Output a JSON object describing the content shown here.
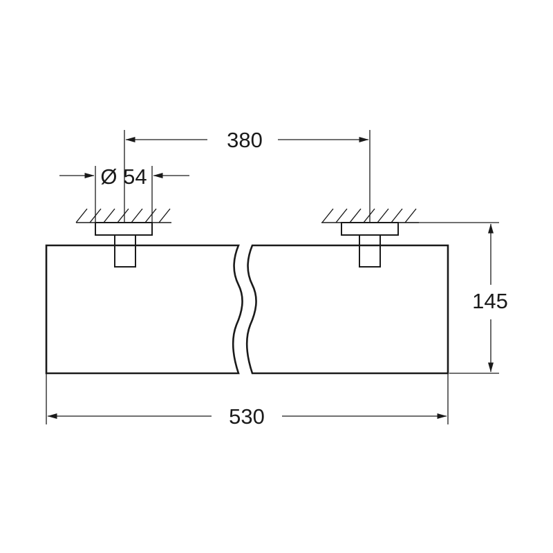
{
  "dimensions": {
    "mount_spacing": "380",
    "rosette_diameter": "Ø 54",
    "overall_height": "145",
    "overall_width": "530"
  },
  "colors": {
    "line": "#1a1a1a",
    "background": "#ffffff"
  }
}
